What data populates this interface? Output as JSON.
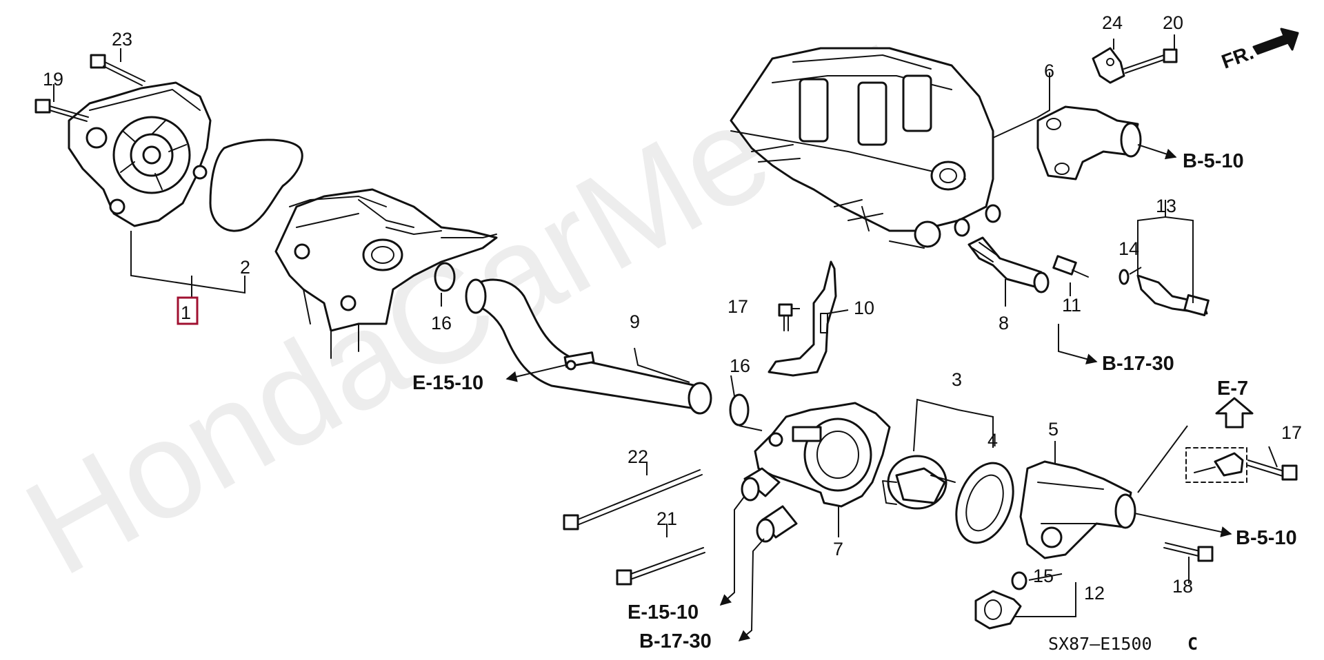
{
  "diagram": {
    "diagram_code": "SX87—E1500",
    "revision_mark": "C",
    "direction_label": "FR.",
    "watermark": "HondaCarMe.ru",
    "part_numbers": {
      "p1": "1",
      "p2": "2",
      "p3": "3",
      "p4": "4",
      "p5": "5",
      "p6": "6",
      "p7": "7",
      "p8": "8",
      "p9": "9",
      "p10": "10",
      "p11": "11",
      "p12": "12",
      "p13": "13",
      "p14": "14",
      "p15": "15",
      "p16a": "16",
      "p16b": "16",
      "p17a": "17",
      "p17b": "17",
      "p18": "18",
      "p19": "19",
      "p20": "20",
      "p21": "21",
      "p22": "22",
      "p23": "23",
      "p24": "24"
    },
    "references": {
      "b510_top": "B-5-10",
      "b1730_mid": "B-17-30",
      "e1510_left": "E-15-10",
      "e7": "E-7",
      "b510_right": "B-5-10",
      "e1510_bottom": "E-15-10",
      "b1730_bottom": "B-17-30"
    }
  }
}
